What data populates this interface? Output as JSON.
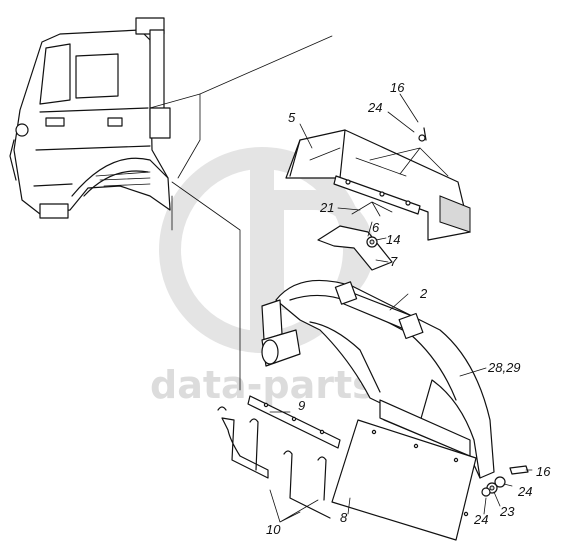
{
  "watermark": {
    "text": "data-parts",
    "color": "#d9d9d9"
  },
  "callouts": {
    "c16_top": "16",
    "c24_top": "24",
    "c5": "5",
    "c21": "21",
    "c6": "6",
    "c14": "14",
    "c7": "7",
    "c2": "2",
    "c28_29": "28,29",
    "c9": "9",
    "c8": "8",
    "c10": "10",
    "c16_bottom": "16",
    "c24_bottom_right": "24",
    "c23": "23",
    "c24_bottom_left": "24"
  },
  "colors": {
    "ink": "#111111",
    "background": "#ffffff"
  }
}
